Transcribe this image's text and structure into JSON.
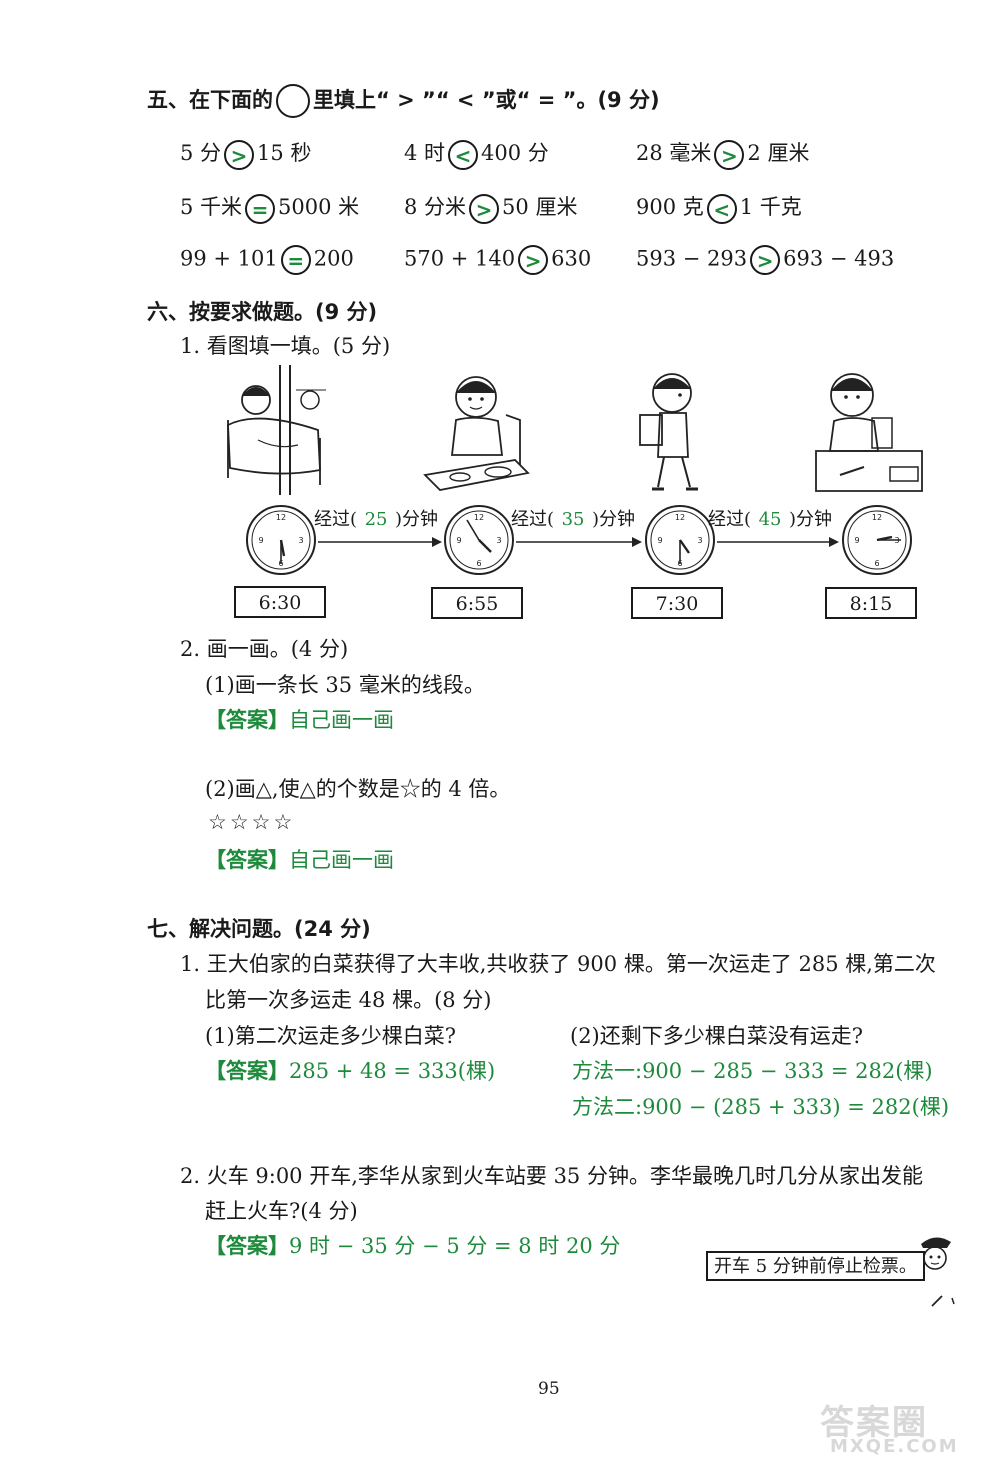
{
  "sec5": {
    "title_pre": "五、在下面的",
    "title_post": "里填上“ > ”“ < ”或“ = ”。(9 分)",
    "rows": [
      [
        {
          "l": "5 分",
          "s": ">",
          "r": "15 秒"
        },
        {
          "l": "4 时",
          "s": "<",
          "r": "400 分"
        },
        {
          "l": "28 毫米",
          "s": ">",
          "r": "2 厘米"
        }
      ],
      [
        {
          "l": "5 千米",
          "s": "=",
          "r": "5000 米"
        },
        {
          "l": "8 分米",
          "s": ">",
          "r": "50 厘米"
        },
        {
          "l": "900 克",
          "s": "<",
          "r": "1 千克"
        }
      ],
      [
        {
          "l": "99 + 101",
          "s": "=",
          "r": "200"
        },
        {
          "l": "570 + 140",
          "s": ">",
          "r": "630"
        },
        {
          "l": "593 − 293",
          "s": ">",
          "r": "693 − 493"
        }
      ]
    ]
  },
  "sec6": {
    "title": "六、按要求做题。(9 分)",
    "q1": "1. 看图填一填。(5 分)",
    "pass_pre": "经过(",
    "pass_post": ")分钟",
    "durations": [
      "25",
      "35",
      "45"
    ],
    "times": [
      "6:30",
      "6:55",
      "7:30",
      "8:15"
    ],
    "q2": "2. 画一画。(4 分)",
    "q2a": "(1)画一条长 35 毫米的线段。",
    "answer_tag": "【答案】",
    "draw_answer": "自己画一画",
    "q2b": "(2)画△,使△的个数是☆的 4 倍。",
    "stars": "☆☆☆☆"
  },
  "sec7": {
    "title": "七、解决问题。(24 分)",
    "q1_line1": "1. 王大伯家的白菜获得了大丰收,共收获了 900 棵。第一次运走了 285 棵,第二次",
    "q1_line2": "比第一次多运走 48 棵。(8 分)",
    "q1a": "(1)第二次运走多少棵白菜?",
    "q1a_ans": "285 + 48 = 333(棵)",
    "q1b": "(2)还剩下多少棵白菜没有运走?",
    "q1b_m1": "方法一:900 − 285 − 333 = 282(棵)",
    "q1b_m2": "方法二:900 − (285 + 333) = 282(棵)",
    "q2_line1": "2. 火车 9:00 开车,李华从家到火车站要 35 分钟。李华最晚几时几分从家出发能",
    "q2_line2": "赶上火车?(4 分)",
    "q2_ans": "9 时 − 35 分 − 5 分 = 8 时 20 分",
    "note": "开车 5 分钟前停止检票。"
  },
  "page_number": "95",
  "watermark": {
    "top": "答案圈",
    "bottom": "MXQE.COM"
  },
  "colors": {
    "answer": "#1e8a3c",
    "ink": "#1a1a1a"
  }
}
